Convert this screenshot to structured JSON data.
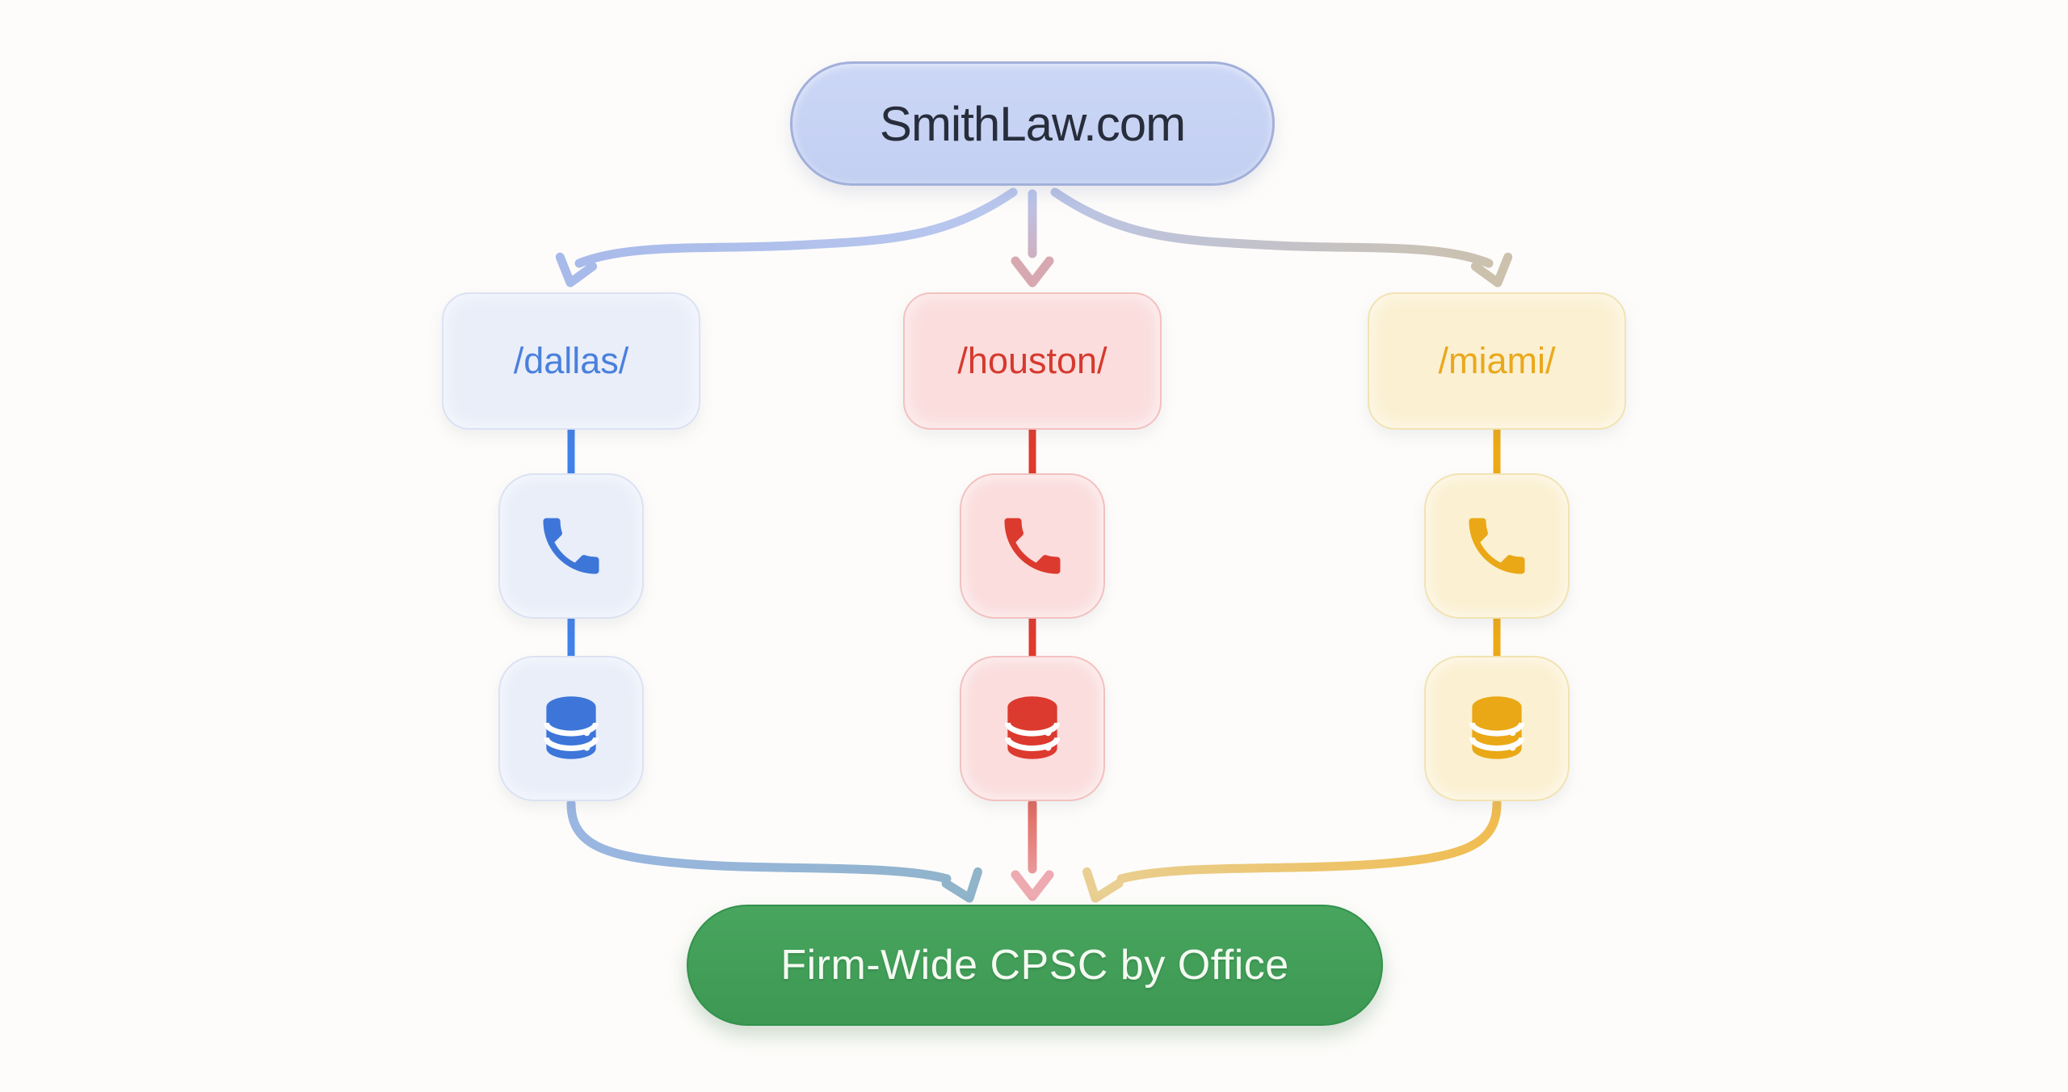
{
  "root": {
    "label": "SmithLaw.com"
  },
  "branches": [
    {
      "id": "dallas",
      "label": "/dallas/",
      "icons": [
        "phone-icon",
        "database-icon"
      ],
      "accent": "#4181ea"
    },
    {
      "id": "houston",
      "label": "/houston/",
      "icons": [
        "phone-icon",
        "database-icon"
      ],
      "accent": "#df3a2d"
    },
    {
      "id": "miami",
      "label": "/miami/",
      "icons": [
        "phone-icon",
        "database-icon"
      ],
      "accent": "#edaa16"
    }
  ],
  "sink": {
    "label": "Firm-Wide CPSC by Office"
  },
  "theme": {
    "background": "#fdfcfa",
    "root_fill": "#c7d3f4",
    "root_border": "#a2b0da",
    "root_text": "#272d3b",
    "dallas_fill": "#e9eef9",
    "dallas_border": "#dbe2f3",
    "dallas_text": "#4a80dc",
    "dallas_accent": "#4181ea",
    "houston_fill": "#fbdddd",
    "houston_border": "#f3c1bf",
    "houston_text": "#d53a2e",
    "houston_accent": "#df3a2d",
    "miami_fill": "#fbf0d1",
    "miami_border": "#f2e3b3",
    "miami_text": "#e9a81d",
    "miami_accent": "#edaa16",
    "sink_fill": "#42a057",
    "sink_border": "#33914c",
    "sink_text": "#f4faf2"
  }
}
